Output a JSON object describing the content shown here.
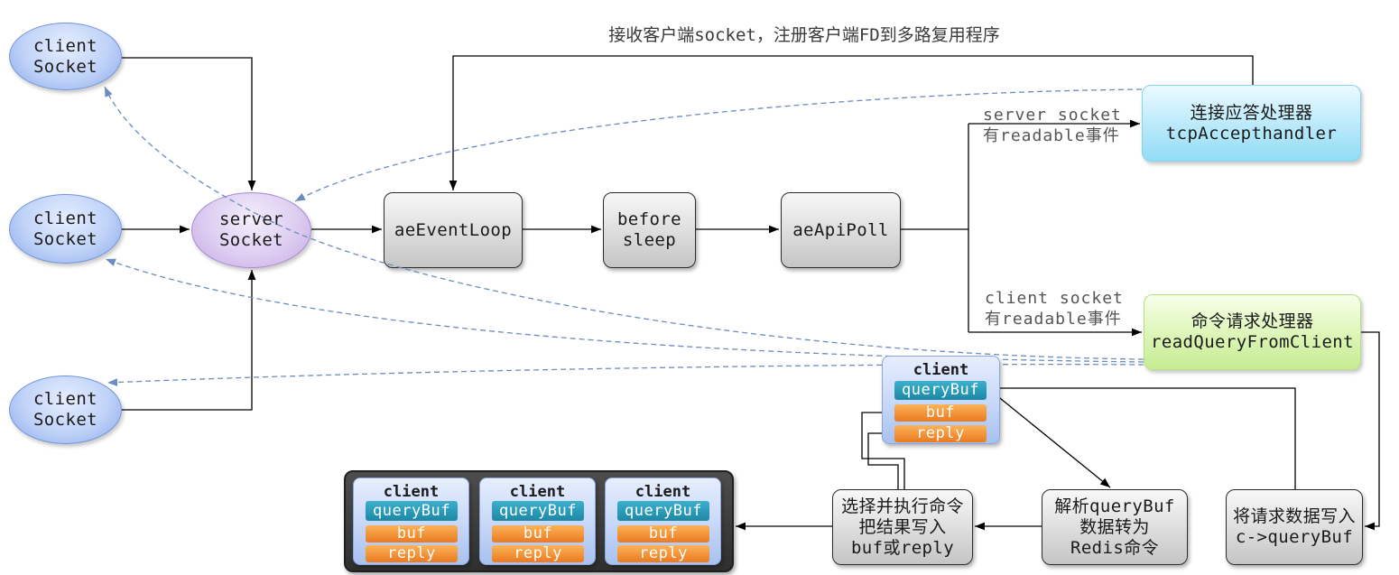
{
  "top_label": "接收客户端socket，注册客户端FD到多路复用程序",
  "client_sockets": [
    {
      "line1": "client",
      "line2": "Socket"
    },
    {
      "line1": "client",
      "line2": "Socket"
    },
    {
      "line1": "client",
      "line2": "Socket"
    }
  ],
  "server_socket": {
    "line1": "server",
    "line2": "Socket"
  },
  "event_loop": {
    "label": "aeEventLoop"
  },
  "before_sleep": {
    "line1": "before",
    "line2": "sleep"
  },
  "api_poll": {
    "label": "aeApiPoll"
  },
  "server_event_label": {
    "line1": "server socket",
    "line2": "有readable事件"
  },
  "client_event_label": {
    "line1": "client socket",
    "line2": "有readable事件"
  },
  "accept_handler": {
    "line1": "连接应答处理器",
    "line2": "tcpAccepthandler"
  },
  "read_handler": {
    "line1": "命令请求处理器",
    "line2": "readQueryFromClient"
  },
  "client_struct": {
    "title": "client",
    "query_buf": "queryBuf",
    "buf": "buf",
    "reply": "reply"
  },
  "write_step": {
    "line1": "将请求数据写入",
    "line2": "c->queryBuf"
  },
  "parse_step": {
    "line1": "解析queryBuf",
    "line2": "数据转为",
    "line3": "Redis命令"
  },
  "execute_step": {
    "line1": "选择并执行命令",
    "line2": "把结果写入",
    "line3": "buf或reply"
  },
  "client_pool": [
    {
      "title": "client",
      "query_buf": "queryBuf",
      "buf": "buf",
      "reply": "reply"
    },
    {
      "title": "client",
      "query_buf": "queryBuf",
      "buf": "buf",
      "reply": "reply"
    },
    {
      "title": "client",
      "query_buf": "queryBuf",
      "buf": "buf",
      "reply": "reply"
    }
  ],
  "colors": {
    "arrow": "#000000",
    "dashed_arrow": "#6b8cc0",
    "label_text": "#555555",
    "node_text": "#1a1a1a"
  }
}
